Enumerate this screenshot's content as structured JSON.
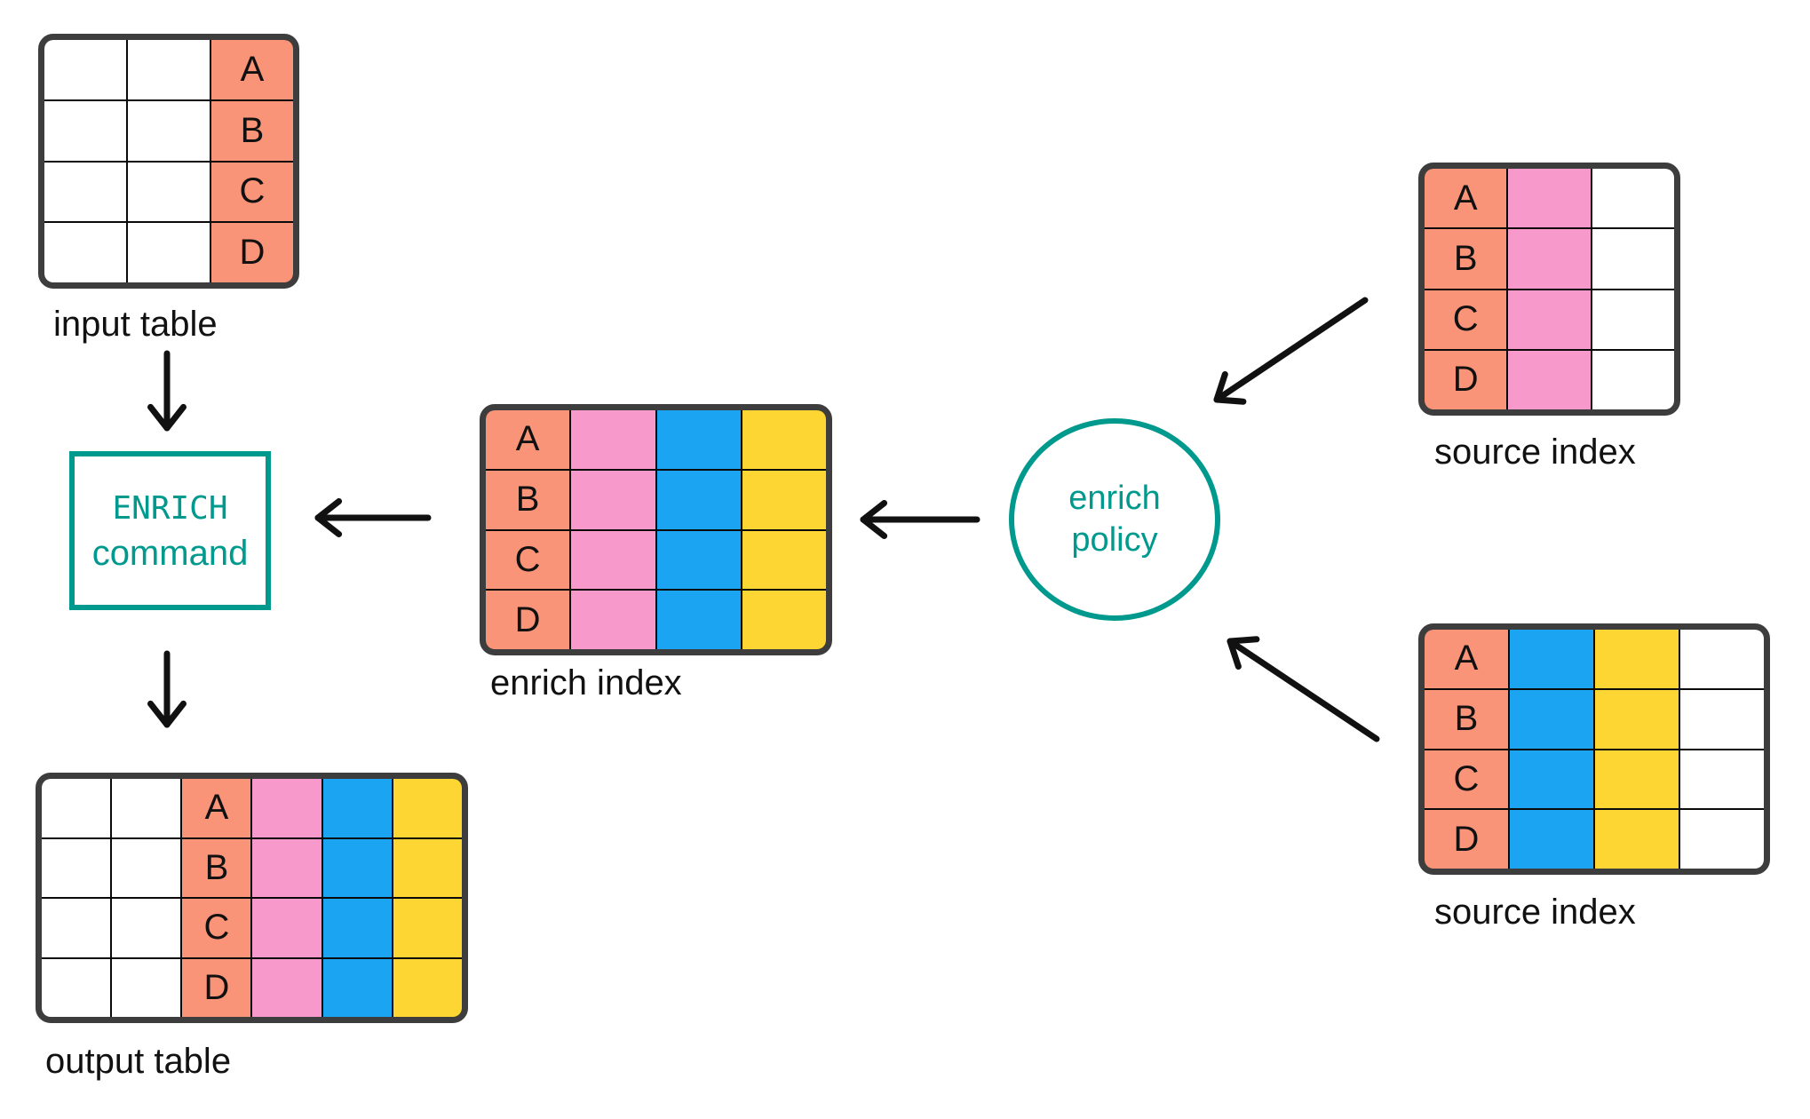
{
  "colors": {
    "salmon": "#FA9478",
    "pink": "#F799CB",
    "blue": "#1AA4F2",
    "yellow": "#FDD633",
    "white": "#FFFFFF",
    "teal": "#00998D",
    "table_border": "#3D3D3D",
    "grid_line": "#0A0A0A",
    "text": "#111111",
    "arrow": "#111111"
  },
  "row_letters": [
    "A",
    "B",
    "C",
    "D"
  ],
  "tables": {
    "input": {
      "label": "input table",
      "columns": [
        "white",
        "white",
        "salmon"
      ]
    },
    "output": {
      "label": "output table",
      "columns": [
        "white",
        "white",
        "salmon",
        "pink",
        "blue",
        "yellow"
      ]
    },
    "enrich_index": {
      "label": "enrich index",
      "columns": [
        "salmon",
        "pink",
        "blue",
        "yellow"
      ]
    },
    "source_top": {
      "label": "source index",
      "columns": [
        "salmon",
        "pink",
        "white"
      ]
    },
    "source_bottom": {
      "label": "source index",
      "columns": [
        "salmon",
        "blue",
        "yellow",
        "white"
      ]
    }
  },
  "nodes": {
    "enrich_command": {
      "line1": "ENRICH",
      "line2": "command"
    },
    "enrich_policy": {
      "line1": "enrich",
      "line2": "policy"
    }
  }
}
